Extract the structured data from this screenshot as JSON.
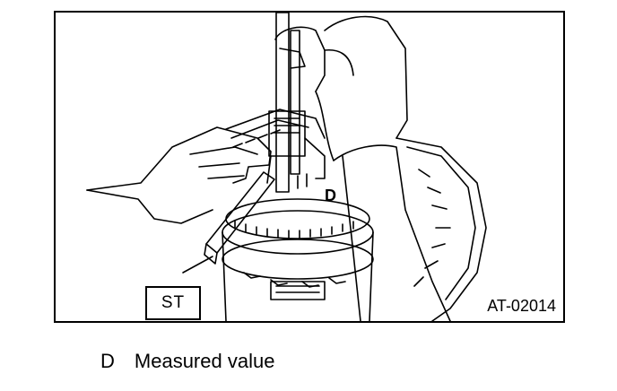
{
  "figure": {
    "code": "AT-02014",
    "callouts": {
      "st": "ST",
      "d": "D"
    }
  },
  "legend": [
    {
      "key": "D",
      "text": "Measured value"
    }
  ],
  "colors": {
    "line": "#000000",
    "background": "#ffffff"
  }
}
